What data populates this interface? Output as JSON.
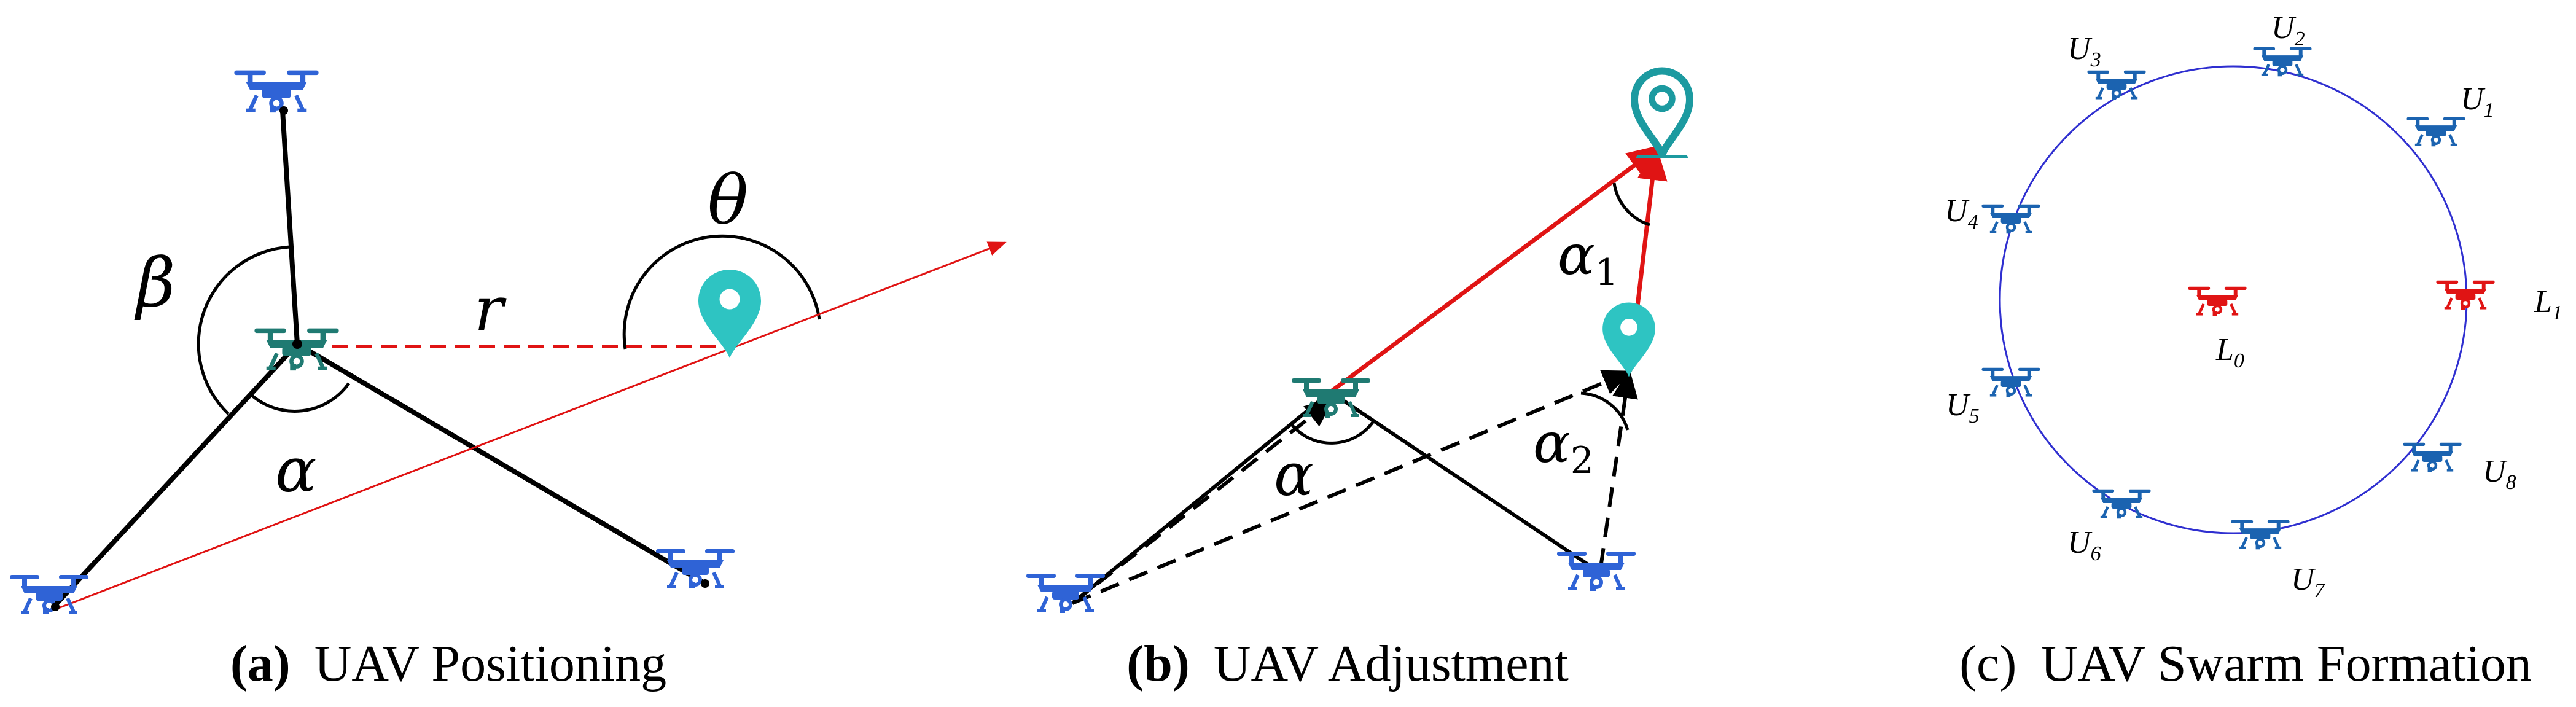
{
  "colors": {
    "uav_blue": "#2f63d6",
    "uav_teal": "#1f7a72",
    "uav_swarm_blue": "#1b63b0",
    "leader_red": "#e01414",
    "marker_cyan": "#2ec4c2",
    "marker_teal": "#1c9aa0",
    "arrow_red": "#e01414",
    "circle_blue": "#2f2fd0",
    "line_black": "#000000"
  },
  "icons": {
    "uav": "drone-icon",
    "target": "map-pin-icon"
  },
  "panels": [
    {
      "id": "a",
      "caption_letter": "(a)",
      "caption_text": "UAV Positioning",
      "symbols": {
        "beta": "β",
        "alpha": "α",
        "theta": "θ",
        "r": "r"
      }
    },
    {
      "id": "b",
      "caption_letter": "(b)",
      "caption_text": "UAV Adjustment",
      "symbols": {
        "alpha": "α",
        "alpha1": "α",
        "alpha1_sub": "1",
        "alpha2": "α",
        "alpha2_sub": "2"
      }
    },
    {
      "id": "c",
      "caption_letter": "(c)",
      "caption_text": "UAV Swarm Formation",
      "nodes": [
        {
          "base": "U",
          "sub": "1"
        },
        {
          "base": "U",
          "sub": "2"
        },
        {
          "base": "U",
          "sub": "3"
        },
        {
          "base": "U",
          "sub": "4"
        },
        {
          "base": "U",
          "sub": "5"
        },
        {
          "base": "U",
          "sub": "6"
        },
        {
          "base": "U",
          "sub": "7"
        },
        {
          "base": "U",
          "sub": "8"
        }
      ],
      "leaders": [
        {
          "base": "L",
          "sub": "0"
        },
        {
          "base": "L",
          "sub": "1"
        }
      ]
    }
  ]
}
